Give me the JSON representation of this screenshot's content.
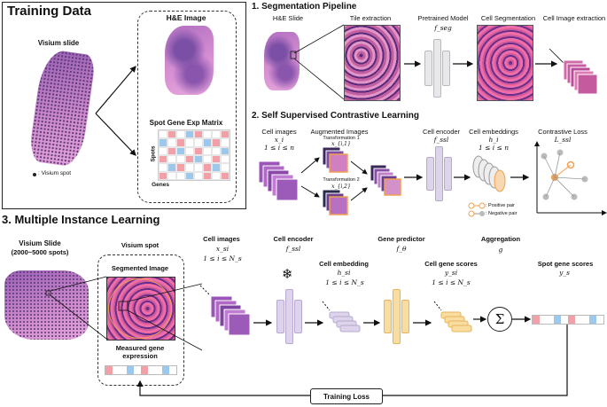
{
  "training": {
    "title": "Training Data",
    "visium_label": "Visium slide",
    "legend_label": ": Visium spot",
    "he_label": "H&E Image",
    "matrix_label": "Spot Gene Exp Matrix",
    "spots_label": "Spots",
    "genes_label": "Genes"
  },
  "seg": {
    "title": "1. Segmentation Pipeline",
    "he_slide": "H&E Slide",
    "tile": "Tile extraction",
    "pretrained": "Pretrained Model",
    "pretrained_math": "f_seg",
    "cellseg": "Cell Segmentation",
    "cellimg": "Cell Image extraction"
  },
  "ssl": {
    "title": "2. Self Supervised Contrastive Learning",
    "cell_images": "Cell images",
    "cell_images_math": "x_i",
    "cell_images_range": "1 ≤ i ≤ n",
    "augmented": "Augmented Images",
    "transform1": "Transformation 1",
    "transform1_math": "x_{i,1}",
    "transform2": "Transformation 2",
    "transform2_math": "x_{i,2}",
    "encoder": "Cell encoder",
    "encoder_math": "f_ssl",
    "embeddings": "Cell embeddings",
    "embeddings_math": "h_i",
    "embeddings_range": "1 ≤ i ≤ n",
    "loss": "Contrastive Loss",
    "loss_math": "L_ssl",
    "positive": ": Positive pair",
    "negative": ": Negative pair"
  },
  "mil": {
    "title": "3. Multiple Instance Learning",
    "visium_slide": "Visium Slide",
    "visium_slide_sub": "(2000~5000 spots)",
    "visium_spot": "Visium spot",
    "segmented": "Segmented Image",
    "measured": "Measured gene expression",
    "cell_images": "Cell images",
    "cell_images_math": "x_si",
    "cell_images_range": "1 ≤ i ≤ N_s",
    "encoder": "Cell encoder",
    "encoder_math": "f_ssl",
    "embedding": "Cell embedding",
    "embedding_math": "h_si",
    "embedding_range": "1 ≤ i ≤ N_s",
    "predictor": "Gene predictor",
    "predictor_math": "f_θ",
    "gene_scores": "Cell gene scores",
    "gene_scores_math": "y_si",
    "gene_scores_range": "1 ≤ i ≤ N_s",
    "aggregation": "Aggregation",
    "aggregation_math": "g",
    "spot_scores": "Spot gene scores",
    "spot_scores_math": "y_s",
    "training_loss": "Training Loss",
    "sum_symbol": "Σ",
    "snowflake": "❄"
  },
  "colors": {
    "positive": "#f0a050",
    "negative": "#b0b0b0",
    "heat_red": "#f2a0a8",
    "heat_blue": "#9cc8ec"
  }
}
